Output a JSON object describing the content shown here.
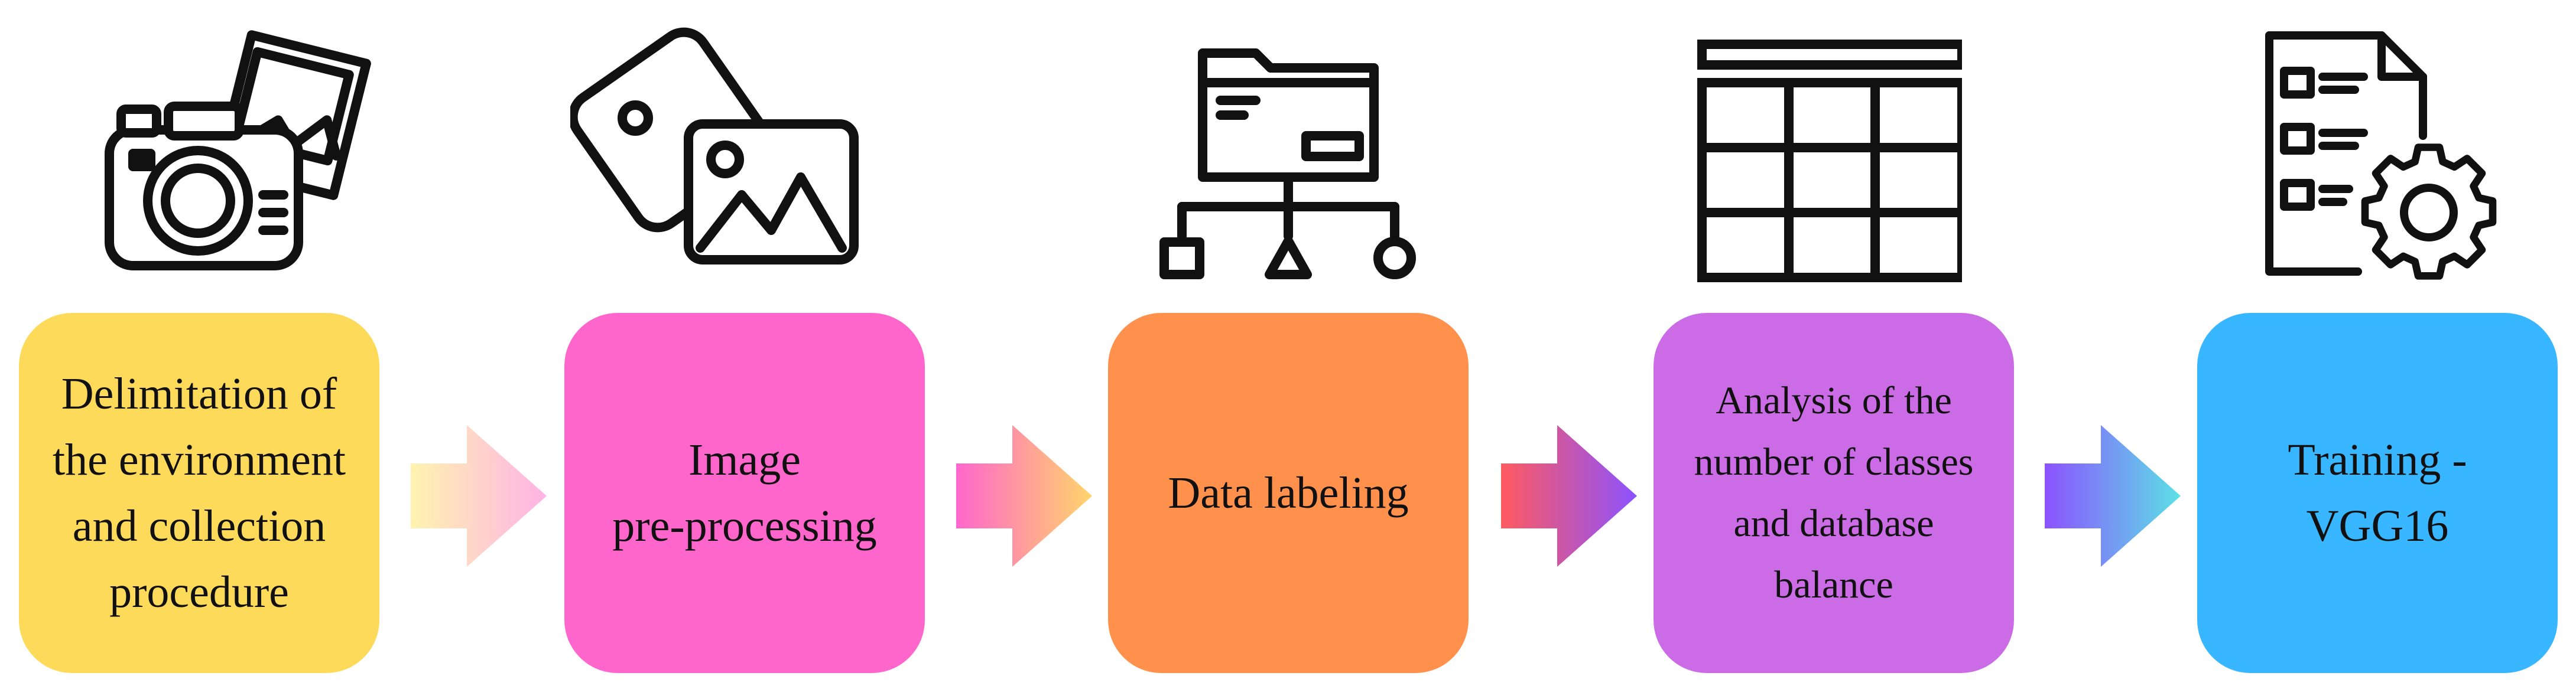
{
  "steps": [
    {
      "label": "Delimitation of\nthe environment\nand collection\nprocedure",
      "icon": "camera-photos-icon",
      "color": "#FEDA5A"
    },
    {
      "label": "Image\npre-processing",
      "icon": "images-icon",
      "color": "#FF66CC"
    },
    {
      "label": "Data labeling",
      "icon": "folder-hierarchy-icon",
      "color": "#FF914D"
    },
    {
      "label": "Analysis of the\nnumber of classes\nand database\nbalance",
      "icon": "table-grid-icon",
      "color": "#CB6CE6"
    },
    {
      "label": "Training -\nVGG16",
      "icon": "checklist-gear-icon",
      "color": "#38B6FF"
    }
  ],
  "arrows": [
    {
      "from": "#FFF3B0",
      "to": "#FFB3E6"
    },
    {
      "from": "#FF66CC",
      "to": "#FFD56B"
    },
    {
      "from": "#FF5A5F",
      "to": "#8C52FF"
    },
    {
      "from": "#8C52FF",
      "to": "#5CE1E6"
    }
  ]
}
